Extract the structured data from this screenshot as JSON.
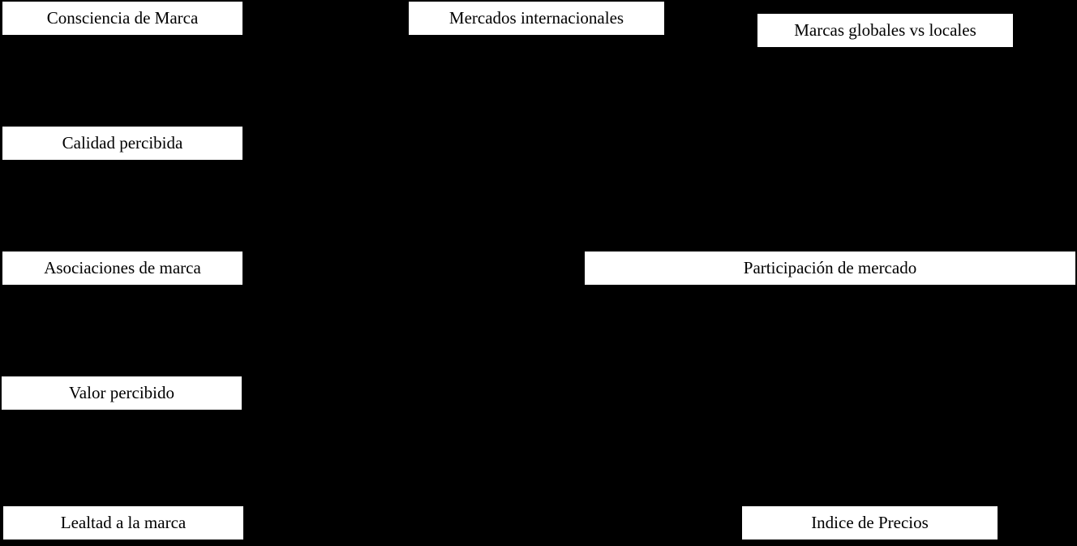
{
  "diagram": {
    "background": "#000000",
    "box_fill": "#ffffff",
    "text_color": "#000000",
    "nodes": {
      "consciencia_de_marca": "Consciencia de Marca",
      "mercados_internacionales": "Mercados internacionales",
      "marcas_globales_vs_locales": "Marcas globales vs locales",
      "calidad_percibida": "Calidad percibida",
      "asociaciones_de_marca": "Asociaciones de marca",
      "participacion_de_mercado": "Participación de mercado",
      "valor_percibido": "Valor percibido",
      "lealtad_a_la_marca": "Lealtad a la marca",
      "indice_de_precios": "Indice de Precios"
    },
    "groups": {
      "left_column": [
        "Consciencia de Marca",
        "Calidad percibida",
        "Asociaciones de marca",
        "Valor percibido",
        "Lealtad a la marca"
      ],
      "top_row": [
        "Mercados internacionales",
        "Marcas globales vs locales"
      ],
      "right_outcomes": [
        "Participación de mercado",
        "Indice de Precios"
      ]
    }
  }
}
